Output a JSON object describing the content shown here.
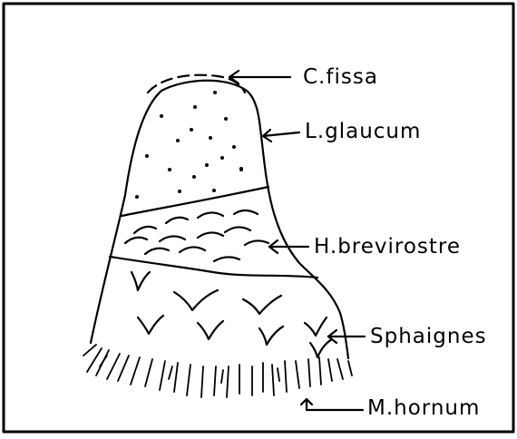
{
  "labels": {
    "c_fissa": "C.fissa",
    "l_glaucum": "L.glaucum",
    "h_brevirostre": "H.brevirostre",
    "sphaignes": "Sphaignes",
    "m_hornum": "M.hornum"
  }
}
